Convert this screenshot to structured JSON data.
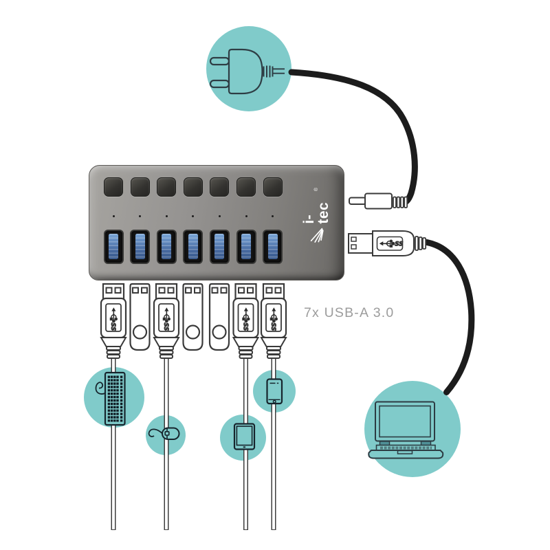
{
  "page": {
    "type": "product-connection-diagram",
    "background": "#ffffff"
  },
  "hub": {
    "brand": "i-tec",
    "reg_mark": "®",
    "button_count": 7,
    "led_count": 7,
    "port_count": 7
  },
  "callout": {
    "ports_label": "7x USB-A 3.0"
  },
  "usb_logo": {
    "ss_label": "SS"
  },
  "colors": {
    "accent_teal": "#80cbca",
    "cable_black": "#1c1c1c",
    "connector_outline": "#3a3a3a",
    "device_icon_outline": "#263840",
    "hub_gray": "#8f8d8a",
    "port_blue": "#46699f",
    "label_gray": "#9c9c9c",
    "logo_white": "#ffffff"
  },
  "icons": [
    "power-plug-icon",
    "dc-plug-icon",
    "usb-b-plug-icon",
    "usb-a-plug-icon",
    "usb-flash-drive-icon",
    "keyboard-icon",
    "mouse-icon",
    "tablet-icon",
    "smartphone-icon",
    "laptop-icon"
  ],
  "connector_row": [
    "usb-a-plug",
    "usb-flash-drive",
    "usb-a-plug",
    "usb-flash-drive",
    "usb-flash-drive",
    "usb-a-plug",
    "usb-a-plug"
  ]
}
